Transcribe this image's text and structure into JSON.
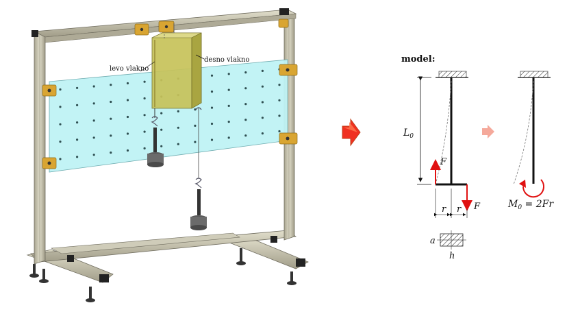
{
  "apparatus": {
    "left_fiber_label": "levo vlakno",
    "right_fiber_label": "desno vlakno",
    "colors": {
      "frame": "#c8c4b0",
      "frame_shadow": "#8d8a78",
      "panel": "#bff3f5",
      "weight_box": "#c7c35a",
      "bracket": "#d9a532"
    }
  },
  "model": {
    "title": "model:",
    "length_label": "L",
    "length_sub": "0",
    "force_label_left": "F",
    "force_label_right": "F",
    "r_label_1": "r",
    "r_label_2": "r",
    "cross_section_a": "a",
    "cross_section_h": "h",
    "moment_label_main": "M",
    "moment_sub": "0",
    "moment_rhs": " = 2Fr",
    "colors": {
      "force": "#e01010",
      "transition_arrow": "#f03020",
      "faint_arrow": "#f4a090"
    }
  }
}
